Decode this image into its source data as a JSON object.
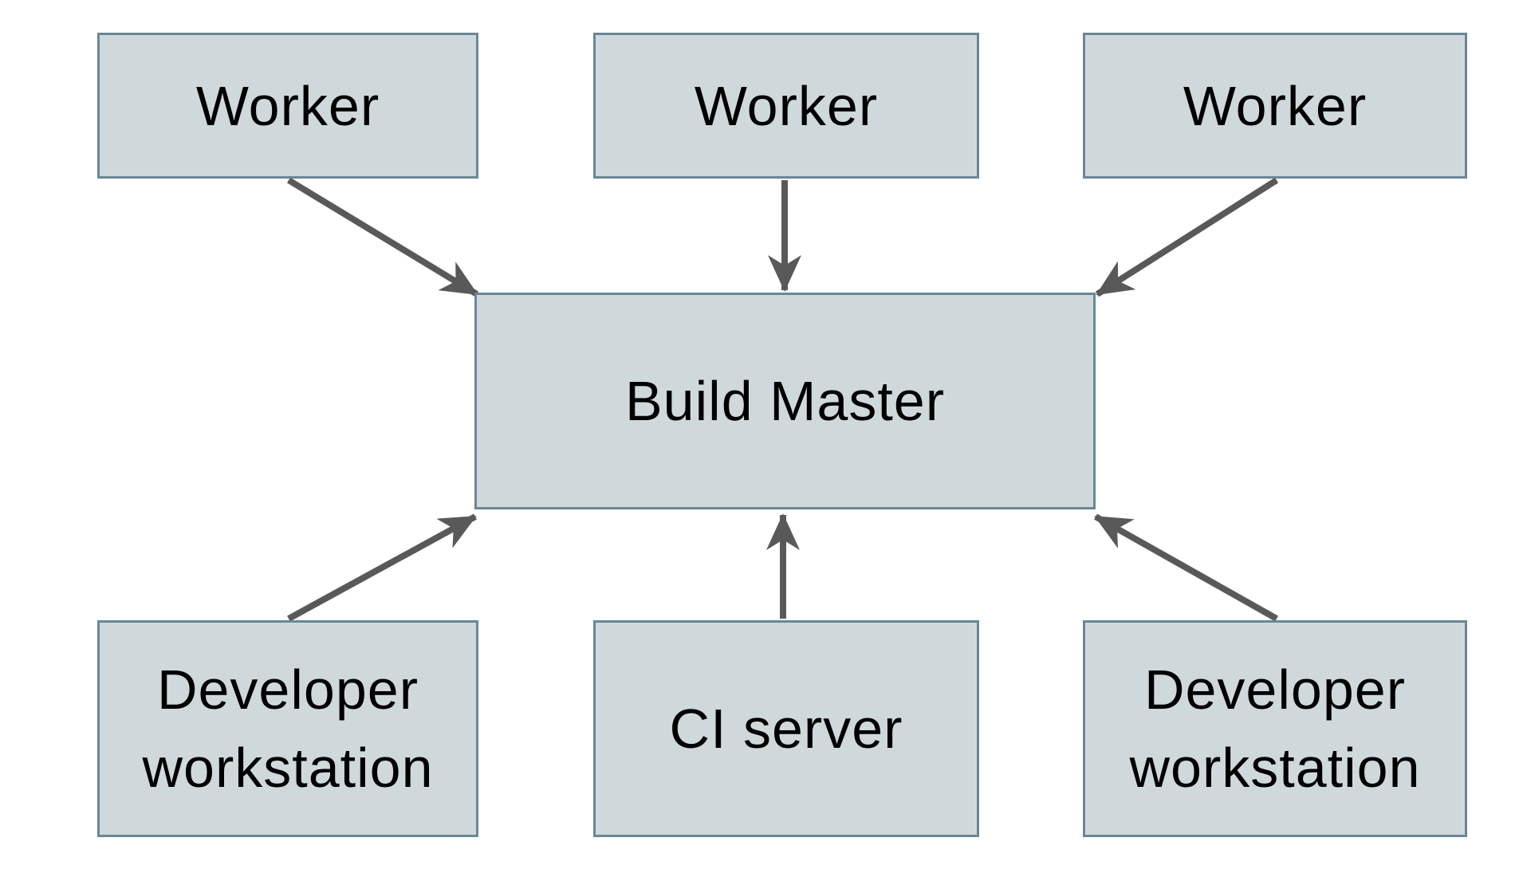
{
  "diagram": {
    "background": "#ffffff",
    "colors": {
      "node_fill": "#cfd9dc",
      "node_border": "#6b8795",
      "arrow": "#595959",
      "text": "#000000"
    },
    "nodes": [
      {
        "id": "worker-1",
        "label": "Worker"
      },
      {
        "id": "worker-2",
        "label": "Worker"
      },
      {
        "id": "worker-3",
        "label": "Worker"
      },
      {
        "id": "build-master",
        "label": "Build Master"
      },
      {
        "id": "developer-workstation-left",
        "label": "Developer workstation"
      },
      {
        "id": "ci-server",
        "label": "CI server"
      },
      {
        "id": "developer-workstation-right",
        "label": "Developer workstation"
      }
    ],
    "edges": [
      {
        "from": "worker-1",
        "to": "build-master"
      },
      {
        "from": "worker-2",
        "to": "build-master"
      },
      {
        "from": "worker-3",
        "to": "build-master"
      },
      {
        "from": "developer-workstation-left",
        "to": "build-master"
      },
      {
        "from": "ci-server",
        "to": "build-master"
      },
      {
        "from": "developer-workstation-right",
        "to": "build-master"
      }
    ]
  }
}
